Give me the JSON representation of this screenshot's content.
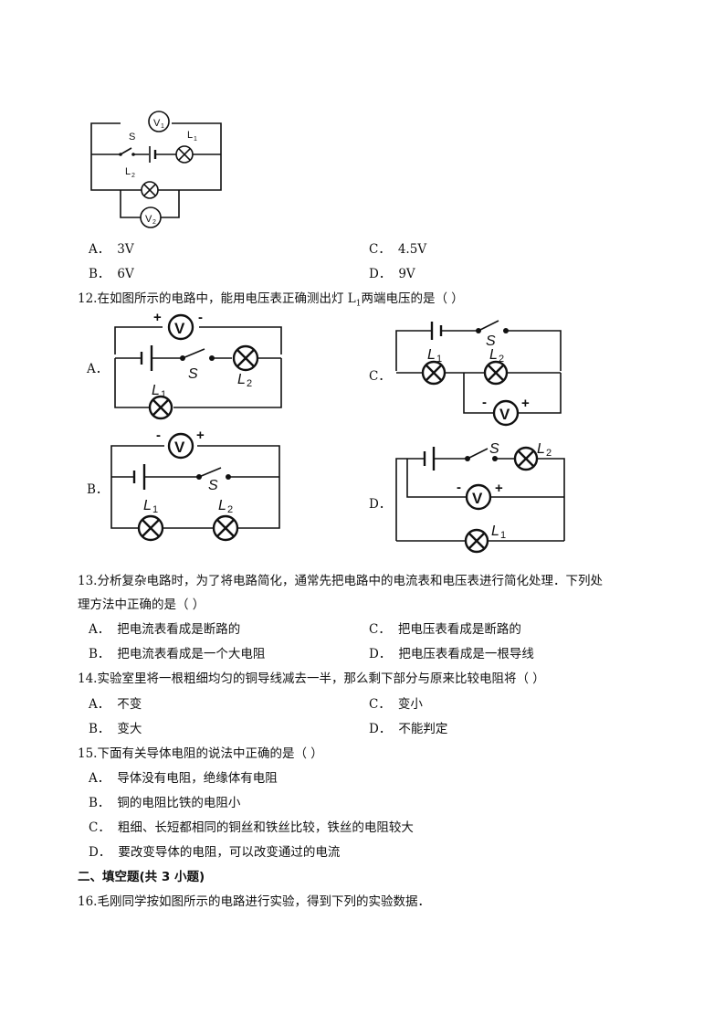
{
  "q11": {
    "diagram": {
      "v1": "V",
      "v1_sub": "1",
      "v2": "V",
      "v2_sub": "2",
      "s": "S",
      "l1": "L",
      "l1_sub": "1",
      "l2": "L",
      "l2_sub": "2"
    },
    "options": {
      "A": {
        "key": "A．",
        "text": "3V"
      },
      "B": {
        "key": "B．",
        "text": "6V"
      },
      "C": {
        "key": "C．",
        "text": "4.5V"
      },
      "D": {
        "key": "D．",
        "text": "9V"
      }
    }
  },
  "q12": {
    "stem": "12.在如图所示的电路中，能用电压表正确测出灯 L",
    "stem_sub": "1",
    "stem_end": "两端电压的是（   ）",
    "labels": {
      "A": "A．",
      "B": "B．",
      "C": "C．",
      "D": "D．"
    },
    "symbols": {
      "v": "V",
      "s": "S",
      "l": "L",
      "one": "1",
      "two": "2",
      "plus": "+",
      "minus": "-"
    }
  },
  "q13": {
    "stem_line1": "13.分析复杂电路时，为了将电路简化，通常先把电路中的电流表和电压表进行简化处理．下列处",
    "stem_line2": "理方法中正确的是（   ）",
    "options": {
      "A": {
        "key": "A．",
        "text": "把电流表看成是断路的"
      },
      "B": {
        "key": "B．",
        "text": "把电流表看成是一个大电阻"
      },
      "C": {
        "key": "C．",
        "text": "把电压表看成是断路的"
      },
      "D": {
        "key": "D．",
        "text": "把电压表看成是一根导线"
      }
    }
  },
  "q14": {
    "stem": "14.实验室里将一根粗细均匀的铜导线减去一半，那么剩下部分与原来比较电阻将（   ）",
    "options": {
      "A": {
        "key": "A．",
        "text": "不变"
      },
      "B": {
        "key": "B．",
        "text": "变大"
      },
      "C": {
        "key": "C．",
        "text": "变小"
      },
      "D": {
        "key": "D．",
        "text": "不能判定"
      }
    }
  },
  "q15": {
    "stem": "15.下面有关导体电阻的说法中正确的是（   ）",
    "options": {
      "A": {
        "key": "A．",
        "text": "导体没有电阻，绝缘体有电阻"
      },
      "B": {
        "key": "B．",
        "text": "铜的电阻比铁的电阻小"
      },
      "C": {
        "key": "C．",
        "text": "粗细、长短都相同的铜丝和铁丝比较，铁丝的电阻较大"
      },
      "D": {
        "key": "D．",
        "text": "要改变导体的电阻，可以改变通过的电流"
      }
    }
  },
  "section2": {
    "title": "二、填空题(共 3 小题)"
  },
  "q16": {
    "stem": "16.毛刚同学按如图所示的电路进行实验，得到下列的实验数据．"
  }
}
